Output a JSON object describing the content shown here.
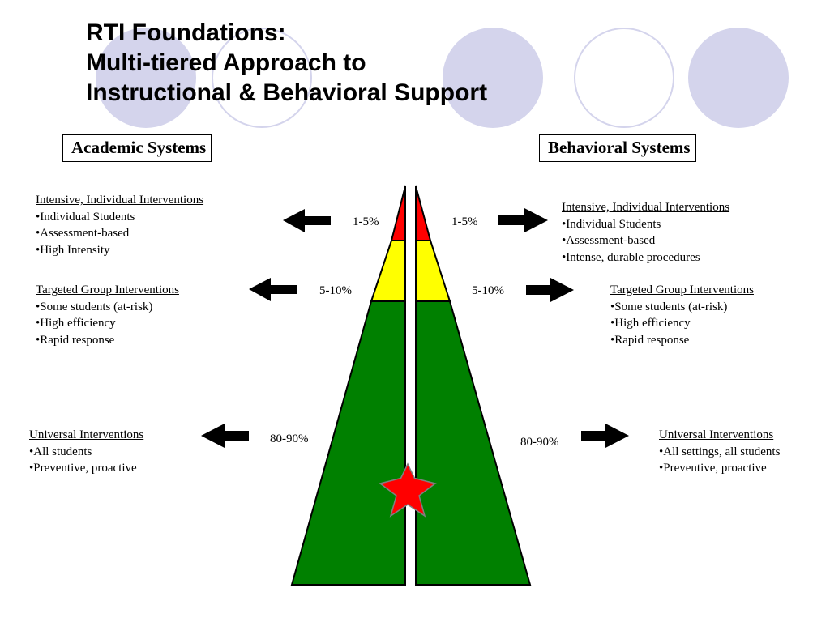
{
  "title": {
    "line1": "RTI Foundations:",
    "line2": "Multi-tiered Approach to",
    "line3": "Instructional & Behavioral Support"
  },
  "academic": {
    "label": "Academic Systems",
    "tiers": [
      {
        "heading": "Intensive, Individual Interventions",
        "bullets": [
          "•Individual Students",
          "•Assessment-based",
          "•High Intensity"
        ],
        "percent": "1-5%"
      },
      {
        "heading": "Targeted Group Interventions",
        "bullets": [
          "•Some students (at-risk)",
          "•High efficiency",
          "•Rapid response"
        ],
        "percent": "5-10%"
      },
      {
        "heading": "Universal Interventions",
        "bullets": [
          "•All students",
          "•Preventive,  proactive"
        ],
        "percent": "80-90%"
      }
    ]
  },
  "behavioral": {
    "label": "Behavioral Systems",
    "tiers": [
      {
        "heading": "Intensive, Individual Interventions",
        "bullets": [
          "•Individual Students",
          "•Assessment-based",
          "•Intense, durable procedures"
        ],
        "percent": "1-5%"
      },
      {
        "heading": "Targeted Group Interventions",
        "bullets": [
          "•Some students (at-risk)",
          "•High efficiency",
          "•Rapid response"
        ],
        "percent": "5-10%"
      },
      {
        "heading": "Universal Interventions",
        "bullets": [
          "•All settings, all students",
          "•Preventive,  proactive"
        ],
        "percent": "80-90%"
      }
    ]
  },
  "colors": {
    "tier_intensive": "#ff0000",
    "tier_targeted": "#ffff00",
    "tier_universal": "#008000",
    "star": "#ff0000",
    "deco_circle": "#d4d4ec"
  },
  "icons": [
    "arrow-left-icon",
    "arrow-right-icon",
    "star-icon"
  ]
}
